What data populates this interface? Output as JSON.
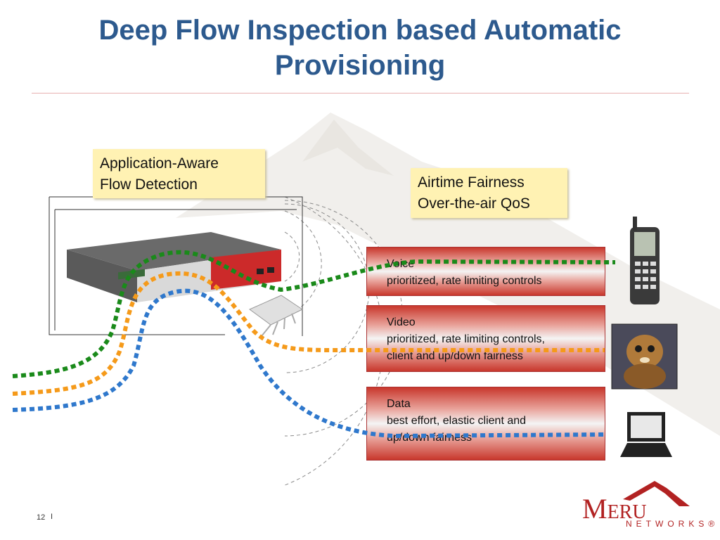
{
  "title": "Deep Flow Inspection based Automatic Provisioning",
  "callouts": {
    "flow_detection": [
      "Application-Aware",
      "Flow Detection"
    ],
    "airtime": [
      "Airtime Fairness",
      "Over-the-air QoS"
    ]
  },
  "traffic_classes": {
    "voice": {
      "name": "Voice",
      "policy": "prioritized, rate limiting controls"
    },
    "video": {
      "name": "Video",
      "policy_lines": [
        "prioritized, rate limiting controls,",
        "client and up/down fairness"
      ]
    },
    "data": {
      "name": "Data",
      "policy_lines": [
        "best effort, elastic client and",
        "up/down fairness"
      ]
    }
  },
  "flow_colors": {
    "voice": "#1a8a1a",
    "video": "#f59a1a",
    "data": "#2f78cc"
  },
  "devices": [
    "controller-appliance-icon",
    "access-point-icon",
    "cell-phone-icon",
    "video-screen-icon",
    "laptop-icon"
  ],
  "footer": {
    "page_number": "12",
    "separator": "I"
  },
  "logo": {
    "brand": "Meru",
    "sub": "NETWORKS®"
  }
}
